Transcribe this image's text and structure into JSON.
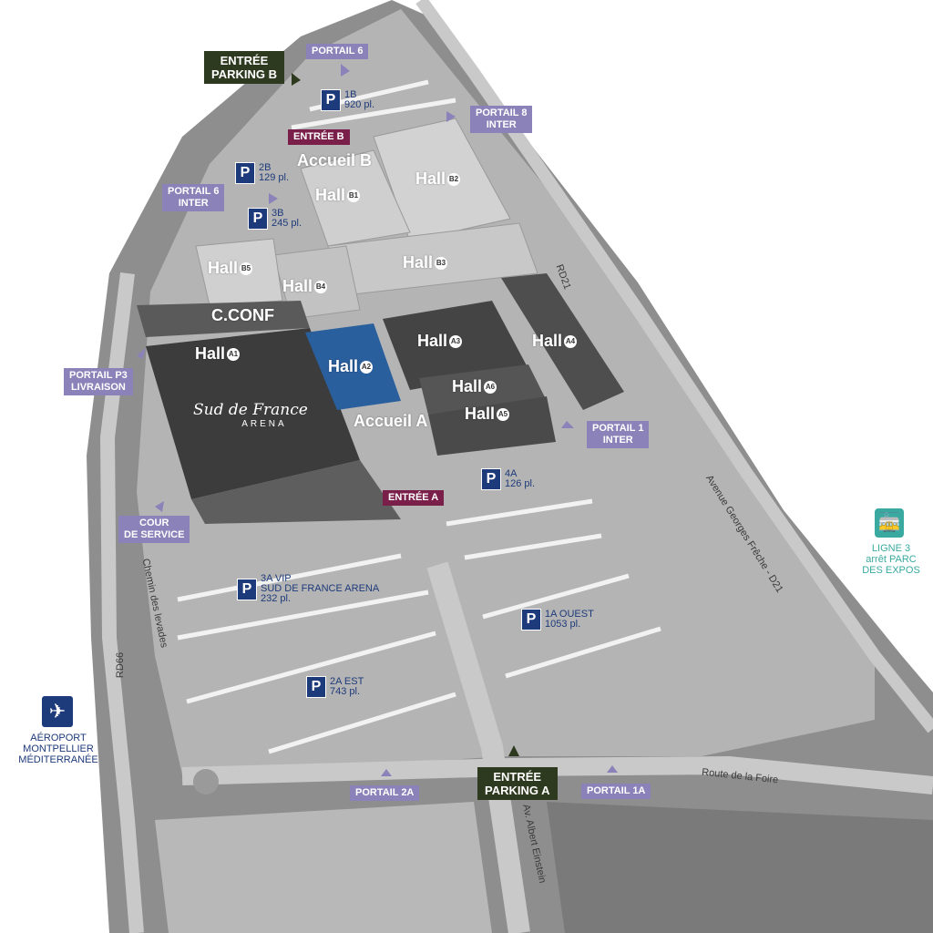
{
  "map": {
    "parkings": [
      {
        "label": "1B\n920 pl."
      },
      {
        "label": "2B\n129 pl."
      },
      {
        "label": "3B\n245 pl."
      },
      {
        "label": "4A\n126 pl."
      },
      {
        "label": "3A VIP\nSUD DE FRANCE ARENA\n232 pl."
      },
      {
        "label": "1A OUEST\n1053 pl."
      },
      {
        "label": "2A EST\n743 pl."
      }
    ],
    "parking_symbol": "P",
    "portails": [
      {
        "label": "PORTAIL 6"
      },
      {
        "label": "PORTAIL 8\nINTER"
      },
      {
        "label": "PORTAIL 6\nINTER"
      },
      {
        "label": "PORTAIL P3\nLIVRAISON"
      },
      {
        "label": "COUR\nDE SERVICE"
      },
      {
        "label": "PORTAIL 1\nINTER"
      },
      {
        "label": "PORTAIL 2A"
      },
      {
        "label": "PORTAIL 1A"
      }
    ],
    "entrees_parking": [
      {
        "label": "ENTRÉE\nPARKING B"
      },
      {
        "label": "ENTRÉE\nPARKING A"
      }
    ],
    "entrees": [
      {
        "label": "ENTRÉE B"
      },
      {
        "label": "ENTRÉE A"
      }
    ],
    "halls": [
      {
        "text": "Hall",
        "badge": "B1"
      },
      {
        "text": "Hall",
        "badge": "B2"
      },
      {
        "text": "Hall",
        "badge": "B3"
      },
      {
        "text": "Hall",
        "badge": "B4"
      },
      {
        "text": "Hall",
        "badge": "B5"
      },
      {
        "text": "Hall",
        "badge": "A1"
      },
      {
        "text": "Hall",
        "badge": "A2"
      },
      {
        "text": "Hall",
        "badge": "A3"
      },
      {
        "text": "Hall",
        "badge": "A4"
      },
      {
        "text": "Hall",
        "badge": "A5"
      },
      {
        "text": "Hall",
        "badge": "A6"
      }
    ],
    "accueils": [
      "Accueil B",
      "Accueil A"
    ],
    "cconf": "C.CONF",
    "arena": {
      "name": "Sud de France",
      "sub": "ARENA"
    },
    "roads": [
      "RD21",
      "Avenue Georges Frêche - D21",
      "Route de la Foire",
      "Av. Albert Einstein",
      "Chemin des levades",
      "RD66"
    ],
    "tram": {
      "label": "LIGNE 3\narrêt PARC\nDES EXPOS",
      "icon": "tram-icon"
    },
    "airport": {
      "label": "AÉROPORT\nMONTPELLIER\nMÉDITERRANÉE",
      "icon": "airplane-icon"
    },
    "colors": {
      "portail": "#8a82b8",
      "entree_parking": "#2e3a1f",
      "entree": "#7a1f4a",
      "parking": "#1d3a7a",
      "hall_a2": "#2a5f9e",
      "tram": "#3aa9a0"
    }
  }
}
